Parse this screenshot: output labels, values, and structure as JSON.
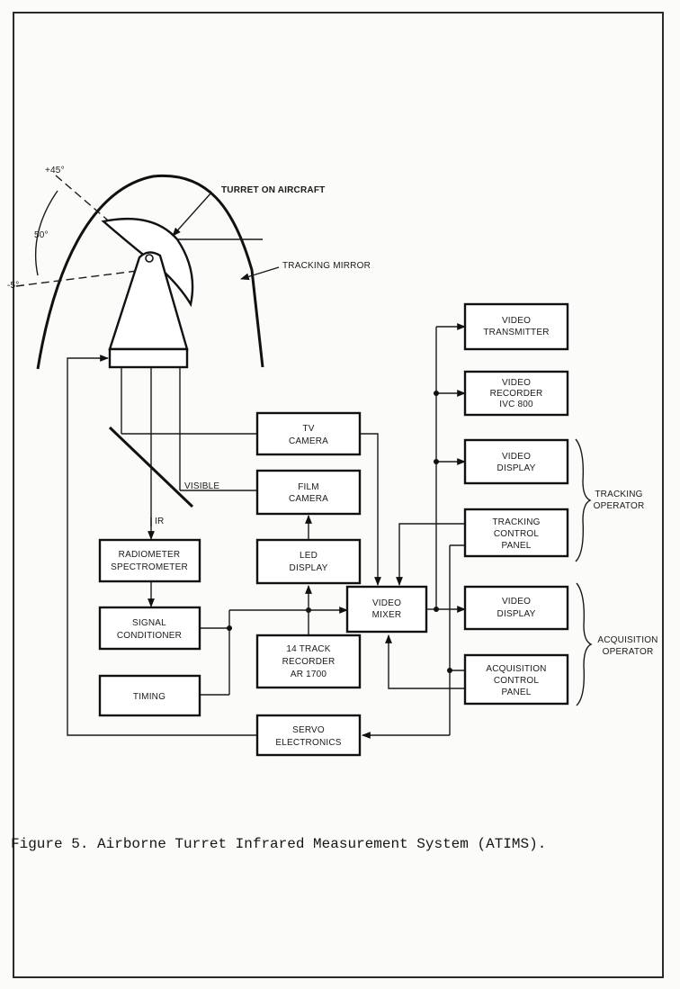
{
  "turret": {
    "angle_top": "+45°",
    "angle_span": "50°",
    "angle_bottom": "-5°",
    "label_turret": "TURRET ON AIRCRAFT",
    "label_mirror": "TRACKING MIRROR"
  },
  "signals": {
    "visible": "VISIBLE",
    "ir": "IR"
  },
  "blocks": {
    "video_transmitter": [
      "VIDEO",
      "TRANSMITTER"
    ],
    "video_recorder": [
      "VIDEO",
      "RECORDER",
      "IVC 800"
    ],
    "video_display_1": [
      "VIDEO",
      "DISPLAY"
    ],
    "tracking_panel": [
      "TRACKING",
      "CONTROL",
      "PANEL"
    ],
    "video_display_2": [
      "VIDEO",
      "DISPLAY"
    ],
    "acquisition_panel": [
      "ACQUISITION",
      "CONTROL",
      "PANEL"
    ],
    "tv_camera": [
      "TV",
      "CAMERA"
    ],
    "film_camera": [
      "FILM",
      "CAMERA"
    ],
    "led_display": [
      "LED",
      "DISPLAY"
    ],
    "video_mixer": [
      "VIDEO",
      "MIXER"
    ],
    "radiometer": [
      "RADIOMETER",
      "SPECTROMETER"
    ],
    "signal_conditioner": [
      "SIGNAL",
      "CONDITIONER"
    ],
    "track_recorder": [
      "14 TRACK",
      "RECORDER",
      "AR 1700"
    ],
    "timing": [
      "TIMING"
    ],
    "servo": [
      "SERVO",
      "ELECTRONICS"
    ]
  },
  "groups": {
    "tracking": [
      "TRACKING",
      "OPERATOR"
    ],
    "acquisition": [
      "ACQUISITION",
      "OPERATOR"
    ]
  },
  "caption": "Figure 5.  Airborne Turret Infrared Measurement System (ATIMS)."
}
